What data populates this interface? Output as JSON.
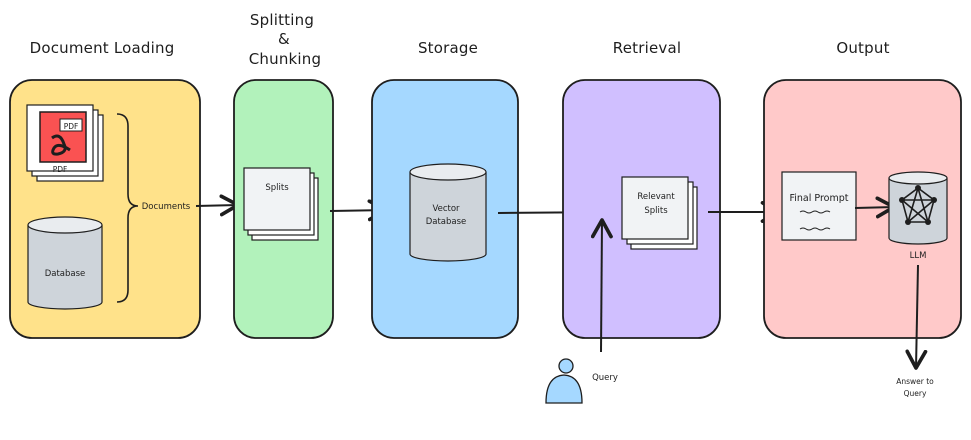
{
  "stages": {
    "loading": {
      "title": "Document Loading",
      "color": "#ffe28a"
    },
    "splitting": {
      "title_line1": "Splitting",
      "title_line2": "&",
      "title_line3": "Chunking",
      "color": "#b2f2bb"
    },
    "storage": {
      "title": "Storage",
      "color": "#a5d8ff"
    },
    "retrieval": {
      "title": "Retrieval",
      "color": "#d0bfff"
    },
    "output": {
      "title": "Output",
      "color": "#ffc9c9"
    }
  },
  "nodes": {
    "pdf": {
      "label": "PDF",
      "doc_label": "PDF",
      "color": "#fa5252"
    },
    "database": {
      "label": "Database"
    },
    "documents": {
      "label": "Documents"
    },
    "splits": {
      "label": "Splits"
    },
    "vector_db": {
      "label_line1": "Vector",
      "label_line2": "Database"
    },
    "relevant_splits": {
      "label_line1": "Relevant",
      "label_line2": "Splits"
    },
    "final_prompt": {
      "label": "Final Prompt"
    },
    "llm": {
      "label": "LLM"
    },
    "query": {
      "label": "Query",
      "color": "#a5d8ff"
    },
    "answer": {
      "label_line1": "Answer to",
      "label_line2": "Query"
    }
  }
}
